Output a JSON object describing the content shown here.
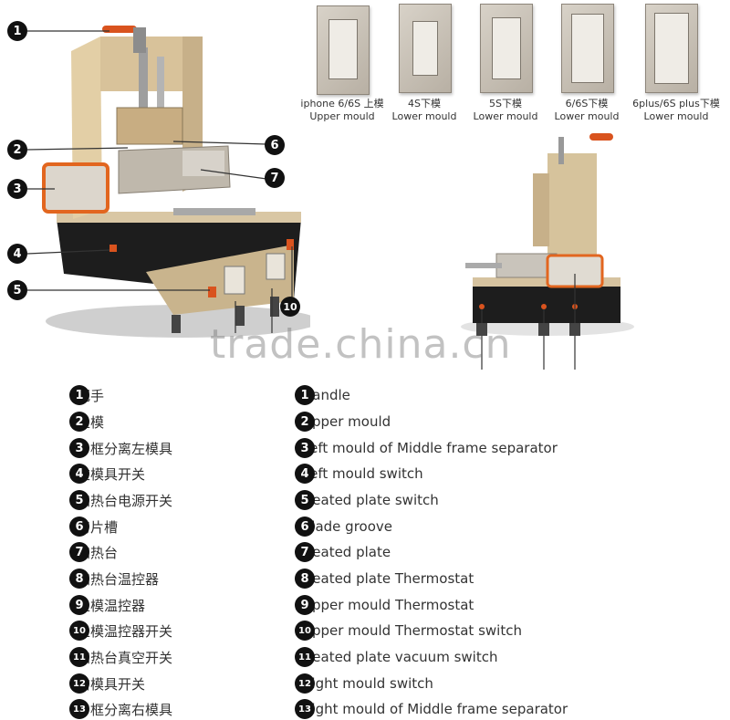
{
  "moulds": [
    {
      "caption": [
        "iphone 6/6S 上模",
        "Upper mould"
      ]
    },
    {
      "caption": [
        "4S下模",
        "Lower mould"
      ]
    },
    {
      "caption": [
        "5S下模",
        "Lower mould"
      ]
    },
    {
      "caption": [
        "6/6S下模",
        "Lower mould"
      ]
    },
    {
      "caption": [
        "6plus/6S plus下模",
        "Lower mould"
      ]
    }
  ],
  "callouts": [
    "1",
    "2",
    "3",
    "4",
    "5",
    "6",
    "7",
    "10"
  ],
  "watermark": "trade.china.cn",
  "legend": [
    {
      "num": "1",
      "zh": "把手",
      "en": "Handle"
    },
    {
      "num": "2",
      "zh": "上模",
      "en": "Upper mould"
    },
    {
      "num": "3",
      "zh": "中框分离左模具",
      "en": "Left mould of Middle frame separator"
    },
    {
      "num": "4",
      "zh": "左模具开关",
      "en": "Left mould switch"
    },
    {
      "num": "5",
      "zh": "加热台电源开关",
      "en": "Heated plate switch"
    },
    {
      "num": "6",
      "zh": "刀片槽",
      "en": "Blade groove"
    },
    {
      "num": "7",
      "zh": "加热台",
      "en": "Heated plate"
    },
    {
      "num": "8",
      "zh": "加热台温控器",
      "en": "Heated plate Thermostat"
    },
    {
      "num": "9",
      "zh": "上模温控器",
      "en": "Upper mould Thermostat"
    },
    {
      "num": "10",
      "zh": "上模温控器开关",
      "en": "Upper mould Thermostat switch"
    },
    {
      "num": "11",
      "zh": "加热台真空开关",
      "en": "Heated plate vacuum switch"
    },
    {
      "num": "12",
      "zh": "右模具开关",
      "en": "Right mould switch"
    },
    {
      "num": "13",
      "zh": "中框分离右模具",
      "en": "Right mould of Middle frame separator"
    }
  ]
}
